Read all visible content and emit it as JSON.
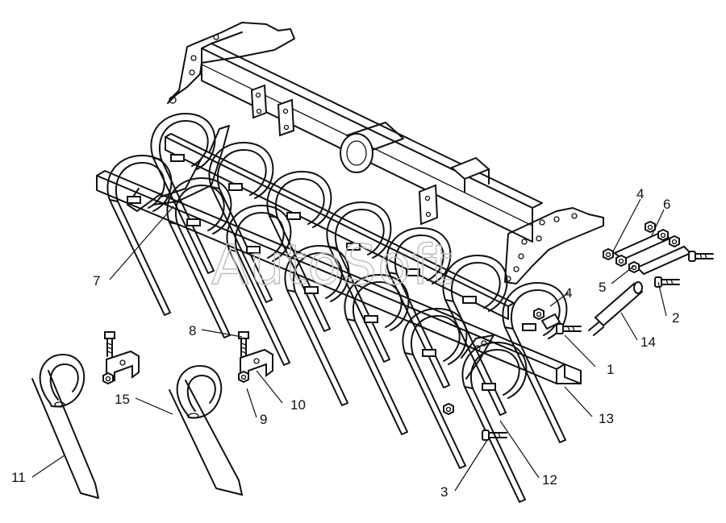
{
  "watermark": "AutoSoft",
  "callouts": {
    "c1": "1",
    "c2": "2",
    "c3": "3",
    "c4a": "4",
    "c4b": "4",
    "c5": "5",
    "c6": "6",
    "c7": "7",
    "c8": "8",
    "c9": "9",
    "c10": "10",
    "c11": "11",
    "c12": "12",
    "c13": "13",
    "c14": "14",
    "c15": "15"
  }
}
